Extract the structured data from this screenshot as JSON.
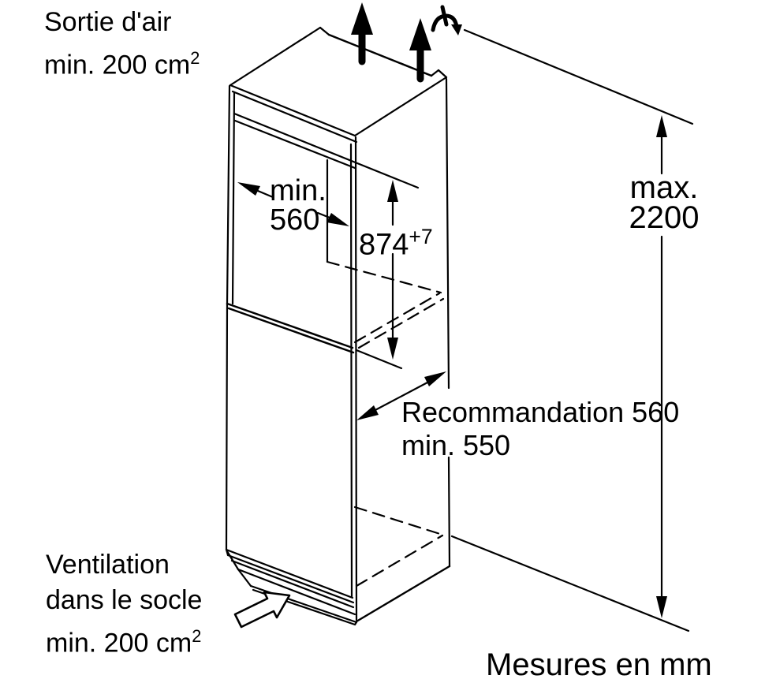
{
  "colors": {
    "line": "#000000",
    "background": "#ffffff"
  },
  "diagram": {
    "kind": "built-in appliance niche installation drawing",
    "air_outlet": {
      "line1": "Sortie d'air",
      "line2_base": "min. 200 cm",
      "line2_sup": "2"
    },
    "niche_width": {
      "line1": "min.",
      "line2": "560"
    },
    "niche_height": {
      "value": "874",
      "tolerance": "+7"
    },
    "total_height": {
      "line1": "max.",
      "line2": "2200"
    },
    "depth": {
      "line1": "Recommandation 560",
      "line2": "min. 550"
    },
    "base_ventilation": {
      "line1": "Ventilation",
      "line2": "dans le socle",
      "line3_base": "min. 200 cm",
      "line3_sup": "2"
    },
    "units_note": "Mesures en mm",
    "icons": {
      "airflow_up": "two solid up arrows at top air outlet",
      "airflow_over": "curved arrow over top edge",
      "base_airflow": "hollow arrow into plinth vent"
    }
  }
}
